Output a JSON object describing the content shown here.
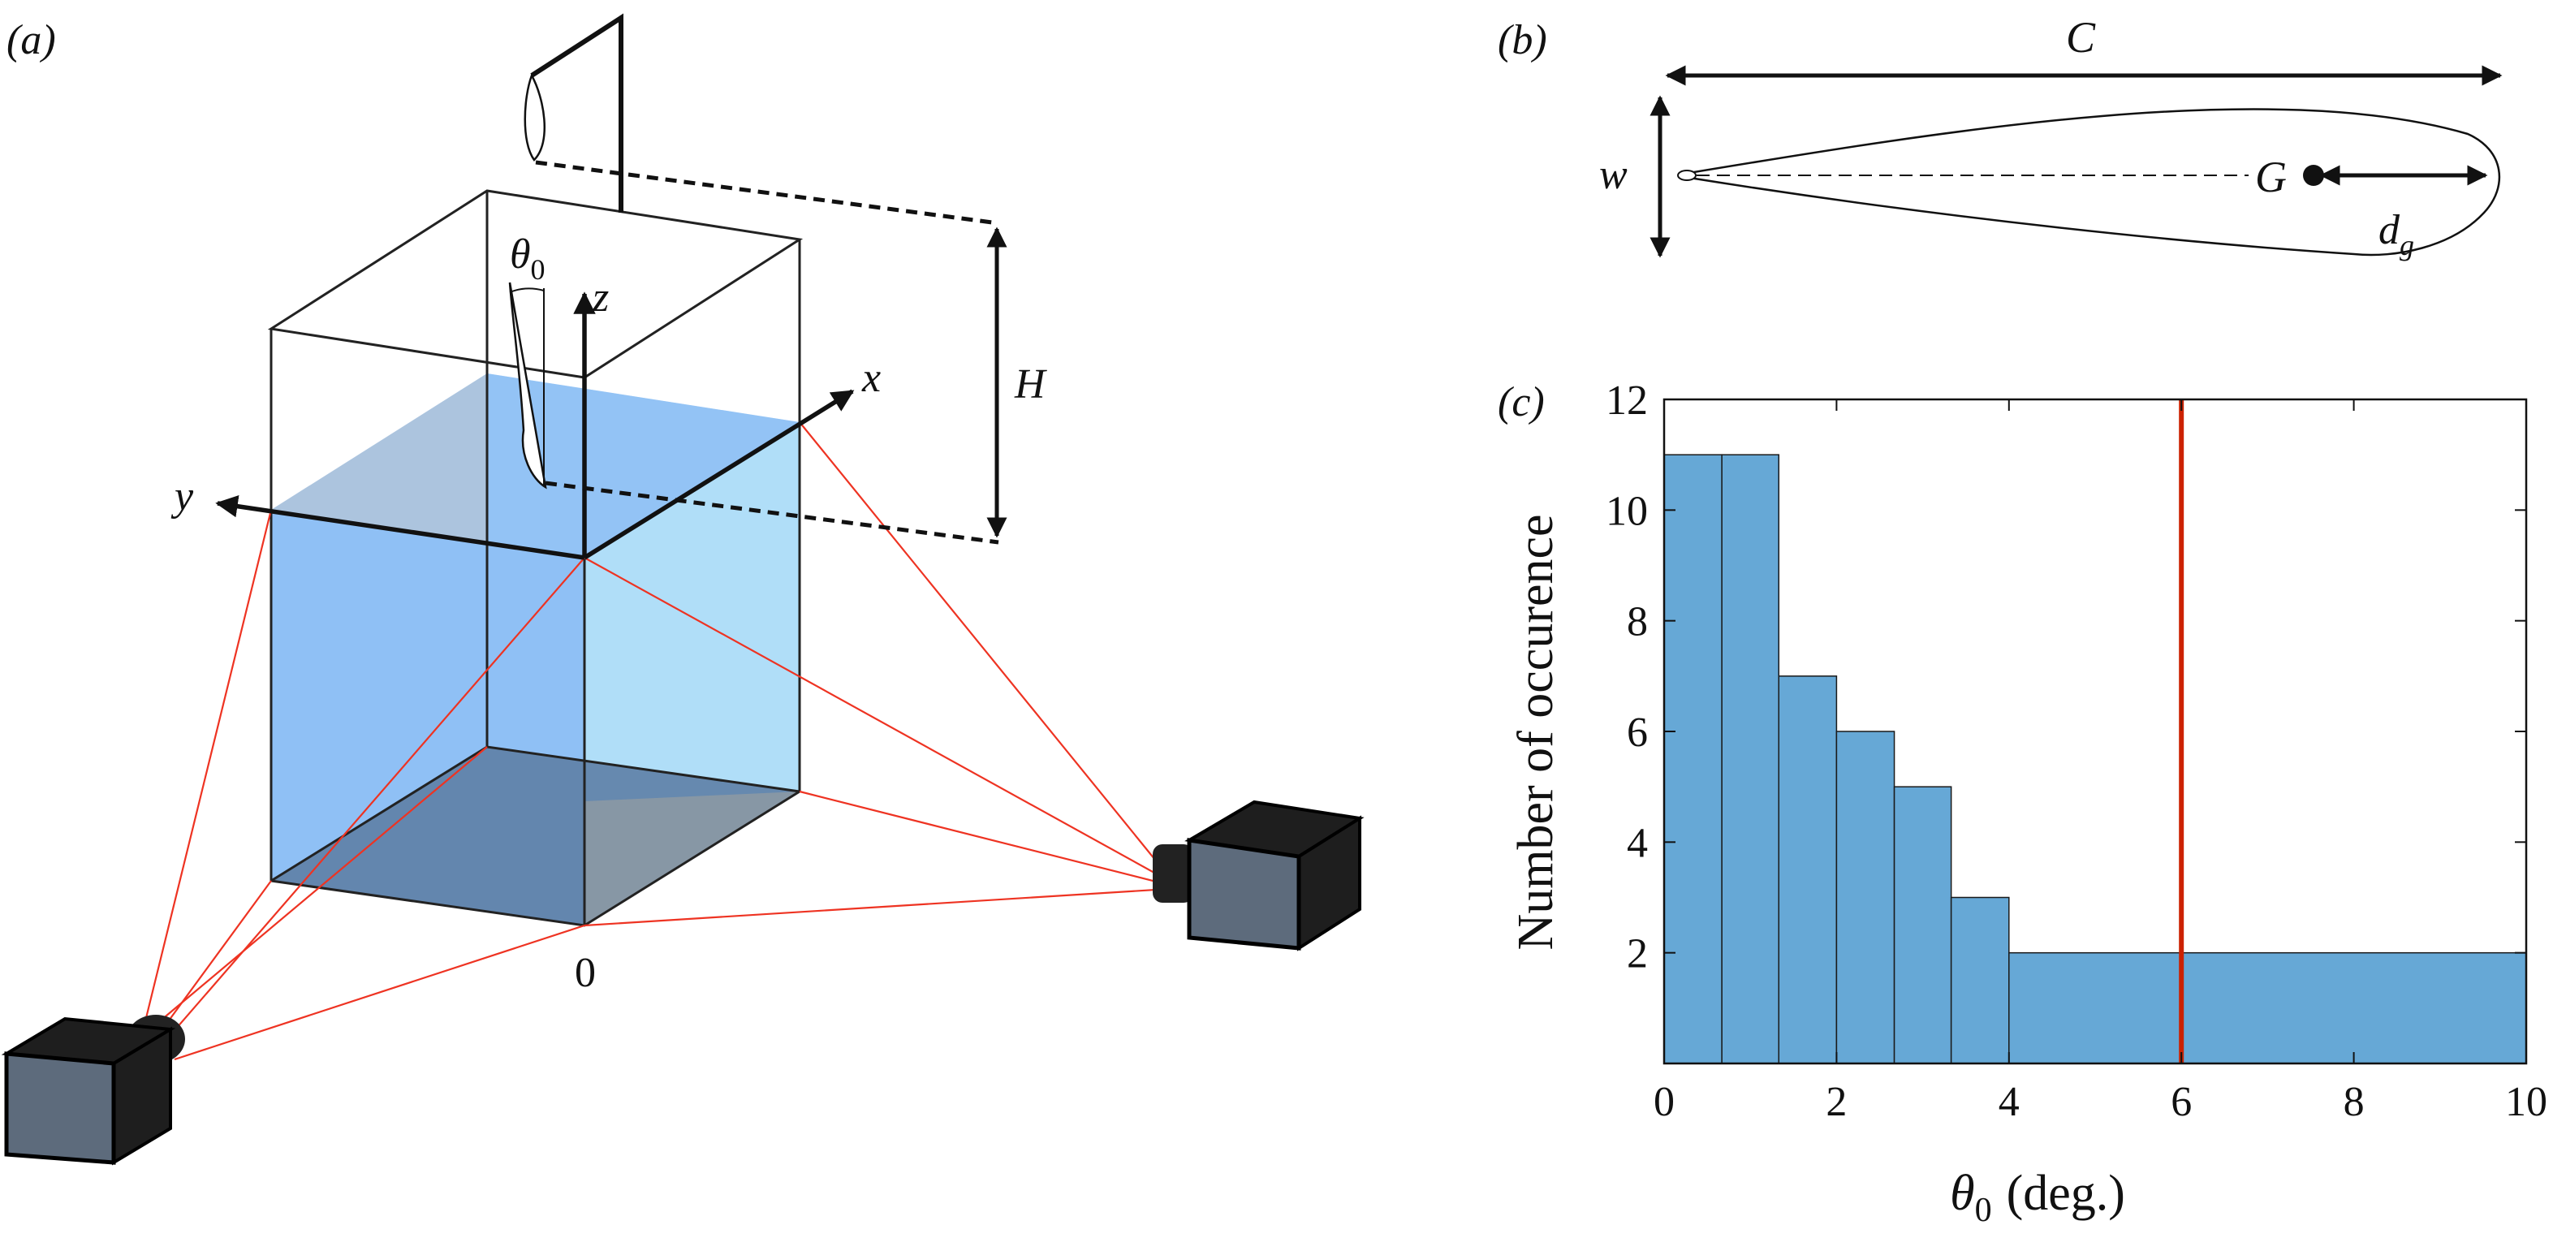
{
  "panels": {
    "a": {
      "label": "(a)",
      "axis_x": "x",
      "axis_y": "y",
      "axis_z": "z",
      "origin": "0",
      "angle": "θ",
      "angle_sub": "0",
      "height": "H"
    },
    "b": {
      "label": "(b)",
      "chord": "C",
      "width": "w",
      "center": "G",
      "dg_main": "d",
      "dg_sub": "g"
    },
    "c": {
      "label": "(c)"
    }
  },
  "colors": {
    "bar_fill": "#66a8d6",
    "marker_line": "#cc2200",
    "camera_rays": "#ee3322",
    "water_front": "#8fc0f5",
    "water_side": "#b0def8",
    "water_bottom": "#5e7fa6",
    "camera_body": "#1e1e1e",
    "camera_face": "#5d6b7c"
  },
  "chart_data": {
    "type": "bar",
    "xlabel_symbol": "θ",
    "xlabel_sub": "0",
    "xlabel_unit": "(deg.)",
    "ylabel": "Number of occurence",
    "xlim": [
      0,
      10
    ],
    "ylim": [
      0,
      12
    ],
    "xticks": [
      0,
      2,
      4,
      6,
      8,
      10
    ],
    "yticks": [
      2,
      4,
      6,
      8,
      10,
      12
    ],
    "bins": [
      {
        "x0": 0.0,
        "x1": 0.67,
        "count": 11
      },
      {
        "x0": 0.67,
        "x1": 1.33,
        "count": 11
      },
      {
        "x0": 1.33,
        "x1": 2.0,
        "count": 7
      },
      {
        "x0": 2.0,
        "x1": 2.67,
        "count": 6
      },
      {
        "x0": 2.67,
        "x1": 3.33,
        "count": 5
      },
      {
        "x0": 3.33,
        "x1": 4.0,
        "count": 3
      },
      {
        "x0": 4.0,
        "x1": 10.0,
        "count": 2
      }
    ],
    "vline": 6,
    "grid": false
  }
}
